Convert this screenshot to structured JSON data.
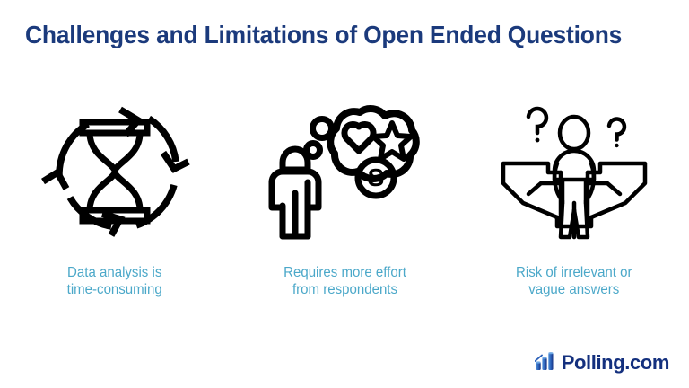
{
  "slide": {
    "title": "Challenges and Limitations of Open Ended Questions",
    "background_color": "#ffffff",
    "title_color": "#1b3a7c",
    "caption_color": "#4ba8c9",
    "icon_color": "#000000"
  },
  "columns": [
    {
      "icon_name": "hourglass-cycle-icon",
      "icon_description": "hourglass surrounded by four circular arrows",
      "caption": "Data analysis is\ntime-consuming"
    },
    {
      "icon_name": "person-thought-bubble-icon",
      "icon_description": "person with thought bubble containing heart, star and circled S",
      "caption": "Requires more effort\nfrom respondents"
    },
    {
      "icon_name": "crossroads-decision-icon",
      "icon_description": "person at a fork in the road with two question marks",
      "caption": "Risk of irrelevant or\nvague answers"
    }
  ],
  "logo": {
    "mark_name": "bar-chart-logo-icon",
    "text": "Polling.com",
    "text_color": "#14307e",
    "mark_color": "#1f4fa8"
  }
}
